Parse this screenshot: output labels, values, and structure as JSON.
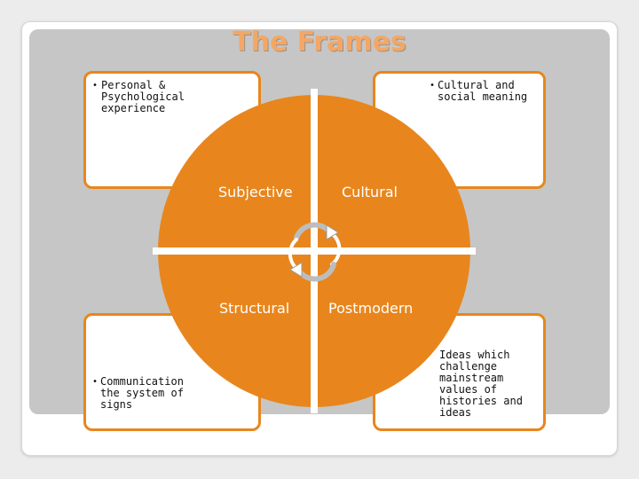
{
  "title": "The Frames",
  "quadrants": {
    "subjective": "Subjective",
    "cultural": "Cultural",
    "structural": "Structural",
    "postmodern": "Postmodern"
  },
  "boxes": {
    "top_left": [
      "Personal &",
      "Psychological",
      "experience"
    ],
    "top_right": [
      "Cultural and",
      "social meaning"
    ],
    "bottom_left": [
      "Communication",
      "the system of",
      "signs"
    ],
    "bottom_right": [
      "Ideas which",
      "challenge",
      "mainstream",
      "values of",
      "histories and",
      "ideas"
    ]
  },
  "bullet_symbol": "•",
  "colors": {
    "accent": "#e8861d",
    "title": "#f4a765",
    "background_panel": "#c6c6c6",
    "box_fill": "#ffffff"
  },
  "icons": [
    "cycle-arrows-icon"
  ]
}
